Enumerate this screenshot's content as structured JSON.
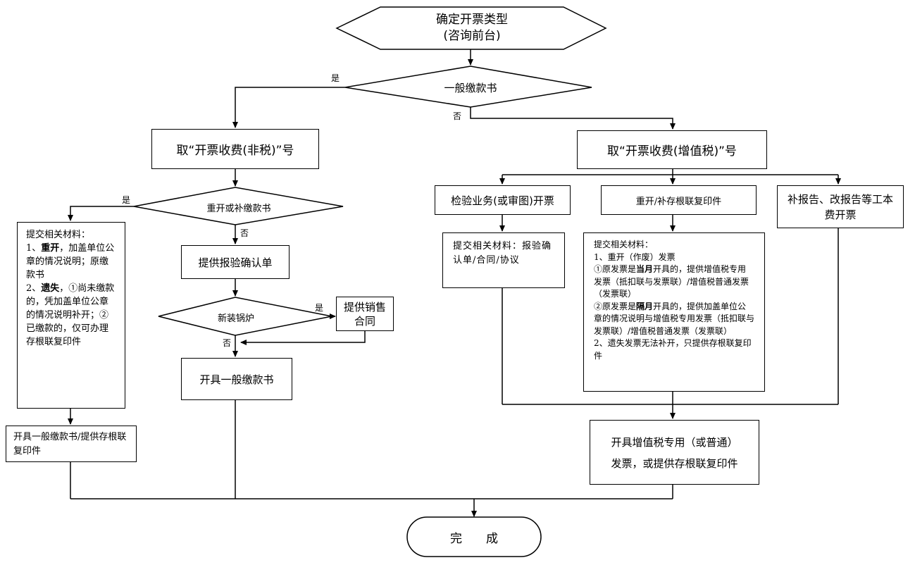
{
  "start": {
    "line1": "确定开票类型",
    "line2": "(咨询前台)"
  },
  "decision_general": "一般缴款书",
  "yes": "是",
  "no": "否",
  "left": {
    "ticket": "取“开票收费(非税)”号",
    "decision_reissue": "重开或补缴款书",
    "materials": {
      "title": "提交相关材料：",
      "item1_prefix": "1、",
      "item1_bold": "重开",
      "item1_text": "，加盖单位公章的情况说明；原缴款书",
      "item2_prefix": "2、",
      "item2_bold": "遗失",
      "item2_text": "，①尚未缴款的，凭加盖单位公章的情况说明补开；②已缴款的，仅可办理存根联复印件"
    },
    "issue_or_copy": "开具一般缴款书/提供存根联复印件",
    "confirm_form": "提供报验确认单",
    "decision_boiler": "新装锅炉",
    "sales_contract": "提供销售合同",
    "issue_general": "开具一般缴款书"
  },
  "right": {
    "ticket": "取“开票收费(增值税)”号",
    "inspection": "检验业务(或审图)开票",
    "inspection_materials": "提交相关材料：报验确认单/合同/协议",
    "reissue": "重开/补存根联复印件",
    "reissue_materials": {
      "title": "提交相关材料：",
      "l1": "1、重开（作废）发票",
      "l2_a": "①原发票是",
      "l2_bold": "当月",
      "l2_b": "开具的，提供增值税专用发票（抵扣联与发票联）/增值税普通发票（发票联）",
      "l3_a": "②原发票是",
      "l3_bold": "隔月",
      "l3_b": "开具的，提供加盖单位公章的情况说明与增值税专用发票（抵扣联与发票联）/增值税普通发票（发票联）",
      "l4": "2、遗失发票无法补开，只提供存根联复印件"
    },
    "supplement": "补报告、改报告等工本费开票",
    "issue_vat_l1": "开具增值税专用（或普通）",
    "issue_vat_l2": "发票，或提供存根联复印件"
  },
  "end": "完　　成"
}
